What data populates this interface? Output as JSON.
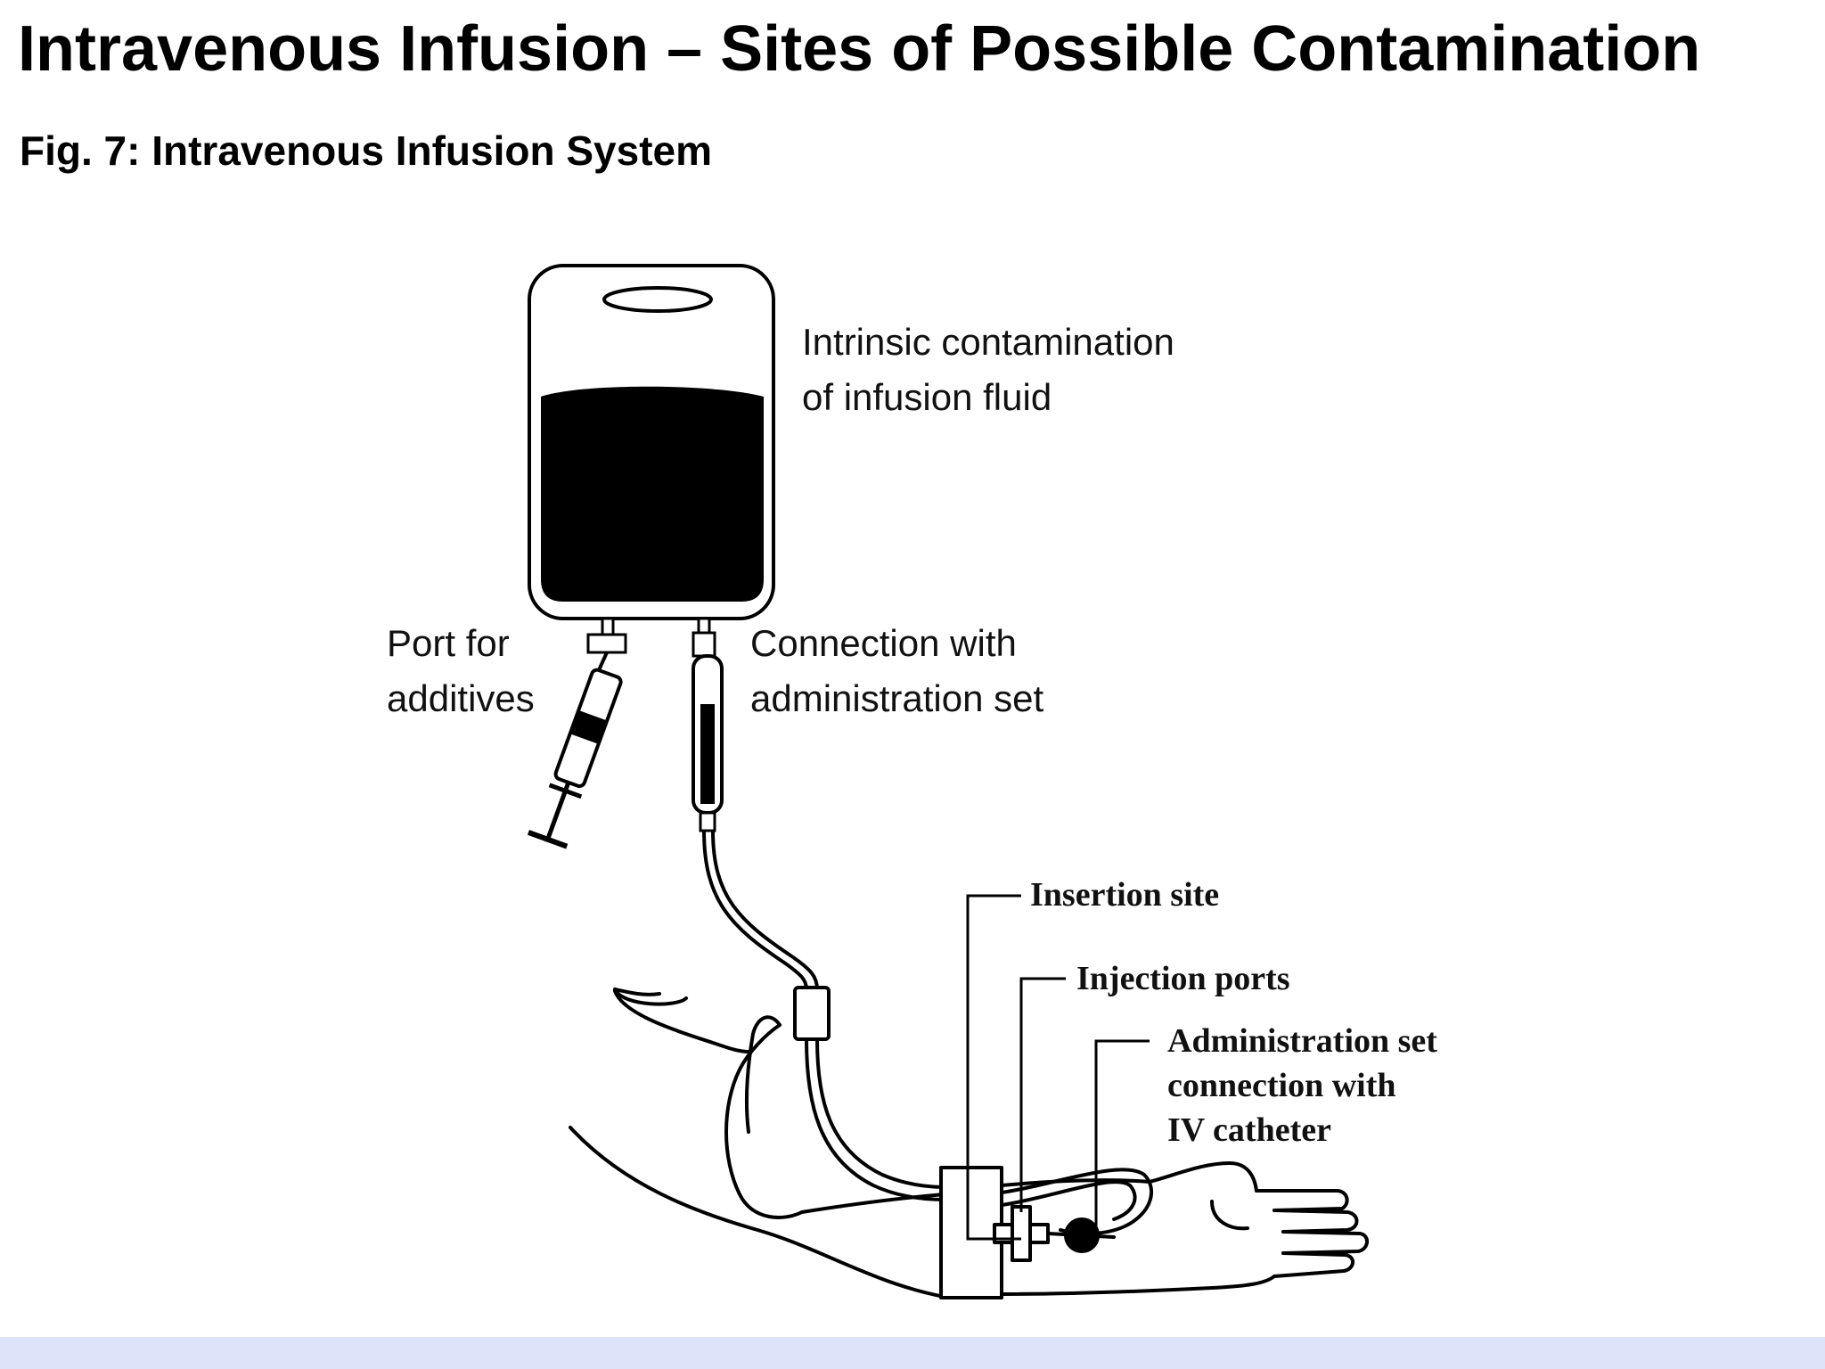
{
  "title": "Intravenous Infusion – Sites of Possible Contamination",
  "figure_caption": "Fig. 7: Intravenous Infusion System",
  "labels": {
    "intrinsic_1": "Intrinsic contamination",
    "intrinsic_2": "of infusion fluid",
    "port_1": "Port for",
    "port_2": "additives",
    "connection_1": "Connection with",
    "connection_2": "administration set",
    "insertion_site": "Insertion site",
    "injection_ports": "Injection ports",
    "admin_1": "Administration set",
    "admin_2": "connection with",
    "admin_3": "IV catheter"
  },
  "colors": {
    "footer_bar": "#dde3f8",
    "ink": "#000000"
  },
  "icons": [
    "iv-bag-icon",
    "syringe-icon",
    "drip-chamber-icon",
    "arm-icon"
  ]
}
